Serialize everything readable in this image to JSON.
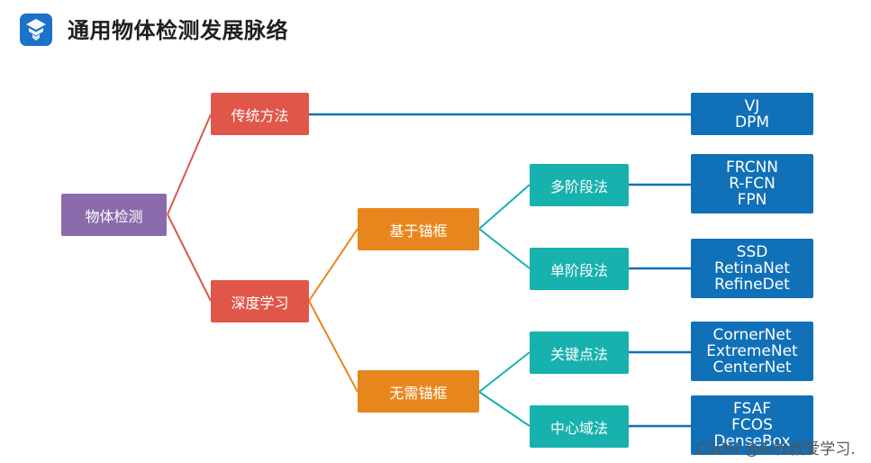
{
  "header": {
    "title": "通用物体检测发展脉络",
    "logo_icon": "brand-logo-icon"
  },
  "diagram": {
    "root": "物体检测",
    "branches": {
      "traditional": "传统方法",
      "deep_learning": "深度学习"
    },
    "anchor_types": {
      "anchor_based": "基于锚框",
      "anchor_free": "无需锚框"
    },
    "methods": {
      "multi_stage": "多阶段法",
      "single_stage": "单阶段法",
      "keypoint": "关键点法",
      "center_region": "中心域法"
    },
    "leaves": {
      "traditional": [
        "VJ",
        "DPM"
      ],
      "multi_stage": [
        "FRCNN",
        "R-FCN",
        "FPN"
      ],
      "single_stage": [
        "SSD",
        "RetinaNet",
        "RefineDet"
      ],
      "keypoint": [
        "CornerNet",
        "ExtremeNet",
        "CenterNet"
      ],
      "center_region": [
        "FSAF",
        "FCOS",
        "DenseBox"
      ]
    }
  },
  "colors": {
    "root": "#8b6bab",
    "level1": "#e0574a",
    "level2": "#e8861e",
    "level3": "#17b1ae",
    "leaf": "#1070b8",
    "link_root": "#d8574a",
    "link_deep": "#e8861e",
    "link_method": "#17b1ae",
    "link_leaf": "#1070b8"
  },
  "watermark": "CSDN @Ai杜叔爱学习."
}
